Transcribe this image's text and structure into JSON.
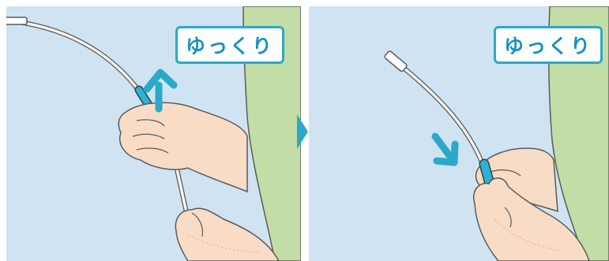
{
  "panels": [
    {
      "label": "ゆっくり",
      "arrow_direction": "up"
    },
    {
      "label": "ゆっくり",
      "arrow_direction": "down"
    }
  ],
  "colors": {
    "background": "#cfe3f2",
    "accent": "#2aa9c9",
    "label_text": "#1a92bd",
    "tube_highlight": "#2bb3d6",
    "skin": "#f8dcc6",
    "sleeve": "#c3dda6"
  },
  "icons": [
    "arrow-up-icon",
    "arrow-down-icon",
    "next-step-arrow-icon"
  ]
}
